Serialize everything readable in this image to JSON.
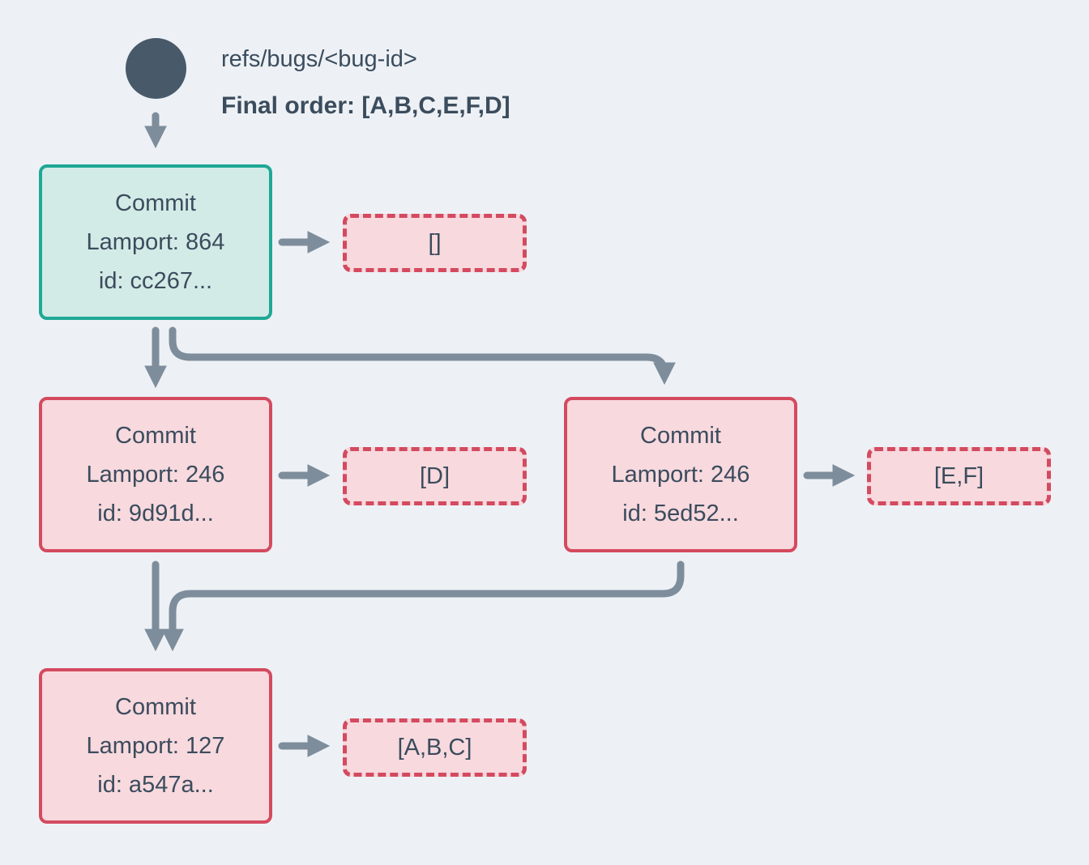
{
  "header": {
    "ref": "refs/bugs/<bug-id>",
    "final_order": "Final order: [A,B,C,E,F,D]"
  },
  "nodes": {
    "root": {
      "title": "Commit",
      "lamport": "Lamport: 864",
      "id": "id: cc267...",
      "payload": "[]"
    },
    "left": {
      "title": "Commit",
      "lamport": "Lamport: 246",
      "id": "id: 9d91d...",
      "payload": "[D]"
    },
    "right": {
      "title": "Commit",
      "lamport": "Lamport: 246",
      "id": "id: 5ed52...",
      "payload": "[E,F]"
    },
    "merge": {
      "title": "Commit",
      "lamport": "Lamport: 127",
      "id": "id: a547a...",
      "payload": "[A,B,C]"
    }
  },
  "colors": {
    "background": "#edf1f5",
    "ref_circle": "#48596a",
    "arrow": "#7e8d9c",
    "text": "#3b4c5d",
    "teal_border": "#1fa895",
    "teal_fill": "#d3ebe7",
    "red_border": "#d44a5f",
    "pink_fill": "#f7d9de"
  }
}
